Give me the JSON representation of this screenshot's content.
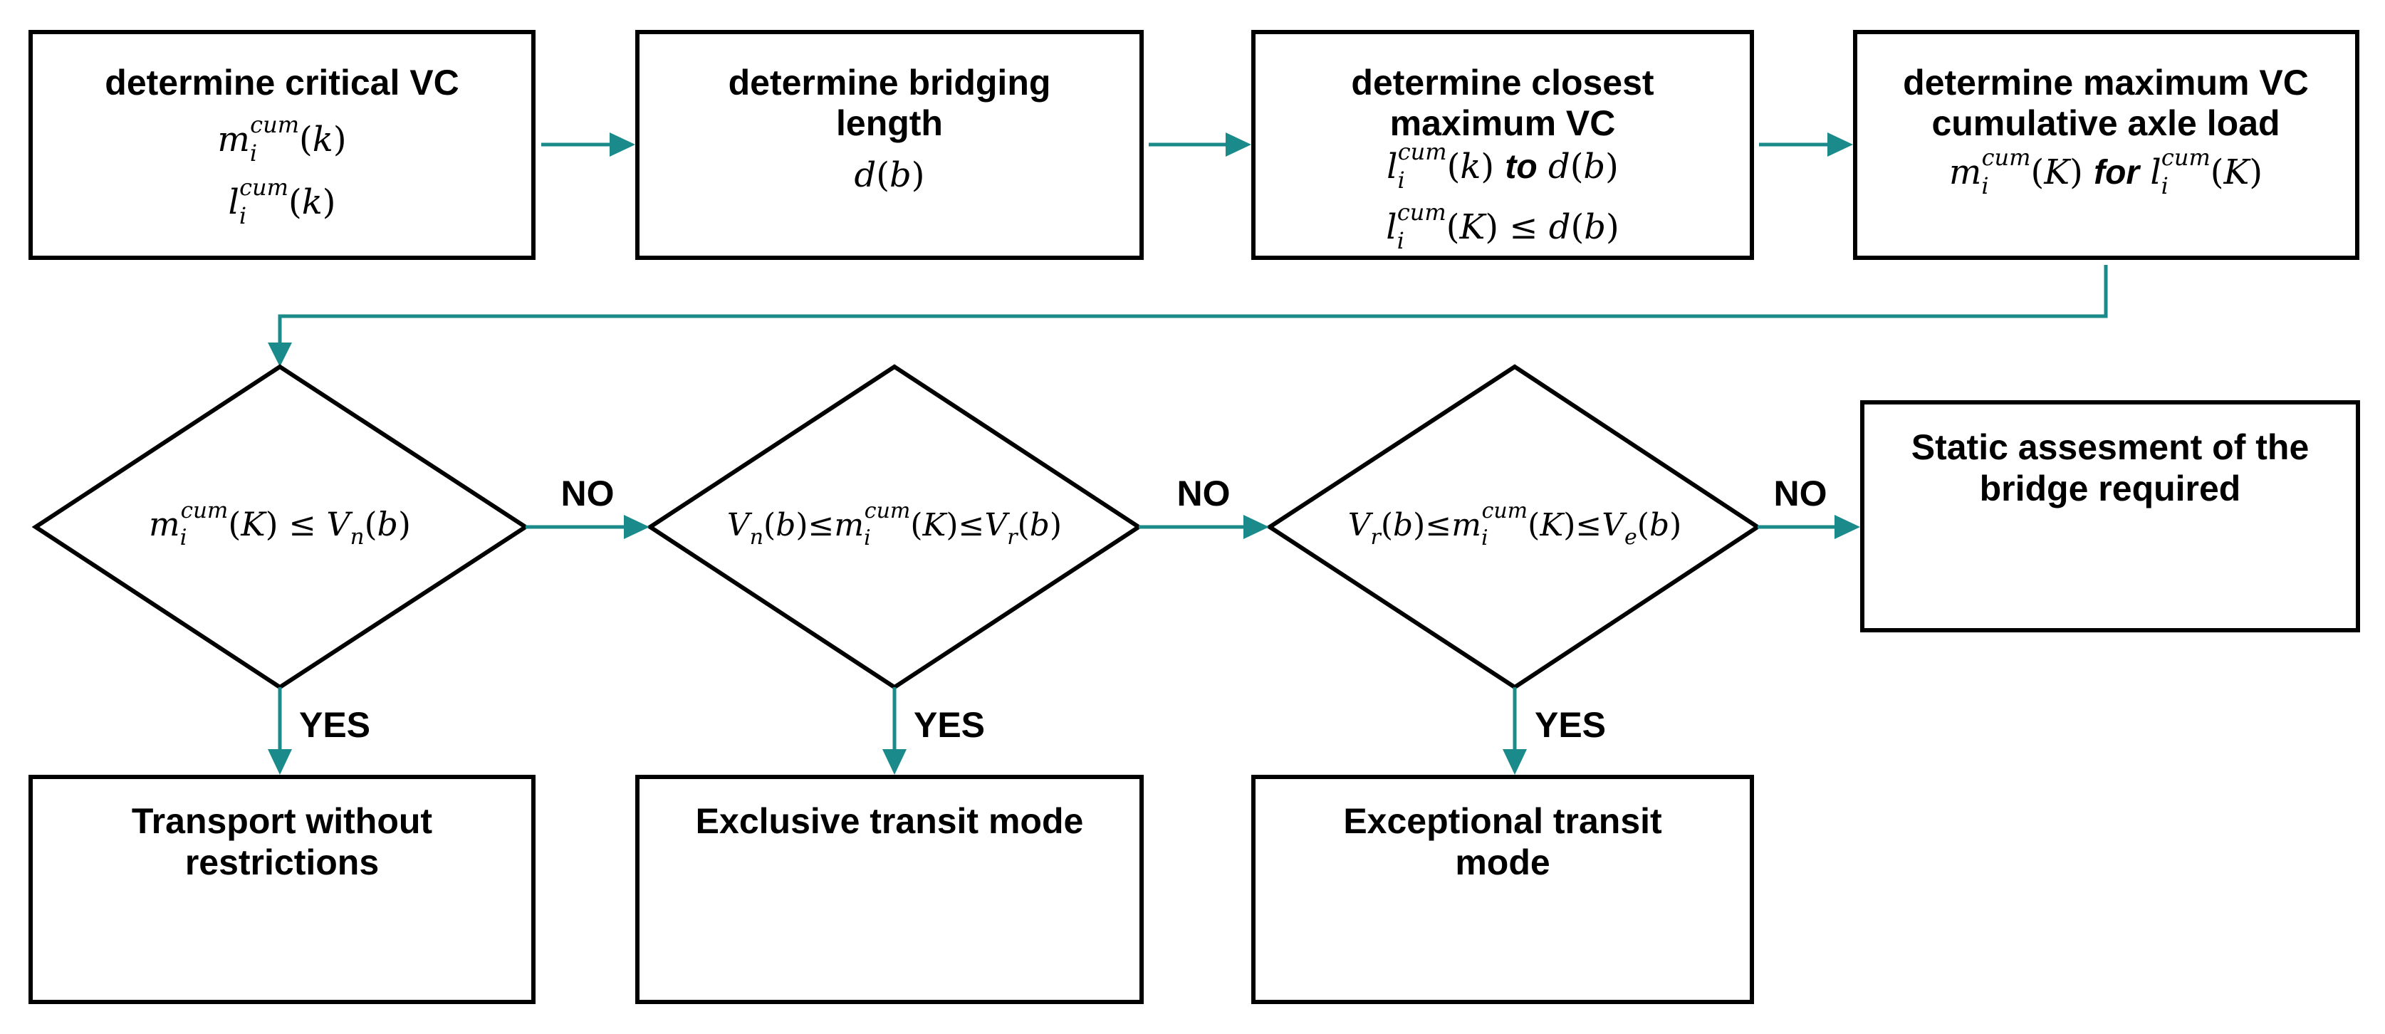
{
  "steps": [
    {
      "title1": "determine critical VC",
      "title2": "",
      "formula1": "m",
      "formula2": "l"
    },
    {
      "title1": "determine bridging",
      "title2": "length",
      "formula1": "d(b)"
    },
    {
      "title1": "determine closest",
      "title2": "maximum VC",
      "to_word": "to"
    },
    {
      "title1": "determine maximum VC",
      "title2": "cumulative axle load",
      "for_word": "for"
    }
  ],
  "decisions": [
    {
      "condition": "m_i^cum(K) ≤ V_n(b)"
    },
    {
      "condition": "V_n(b) ≤ m_i^cum(K) ≤ V_r(b)"
    },
    {
      "condition": "V_r(b) ≤ m_i^cum(K) ≤ V_e(b)"
    }
  ],
  "outcomes": [
    {
      "line1": "Transport without",
      "line2": "restrictions"
    },
    {
      "line1": "Exclusive transit mode",
      "line2": ""
    },
    {
      "line1": "Exceptional transit",
      "line2": "mode"
    },
    {
      "line1": "Static assesment of the",
      "line2": "bridge required"
    }
  ],
  "branch_labels": {
    "no": "NO",
    "yes": "YES"
  },
  "colors": {
    "connector": "#1a8a8a",
    "box_stroke": "#000000"
  }
}
